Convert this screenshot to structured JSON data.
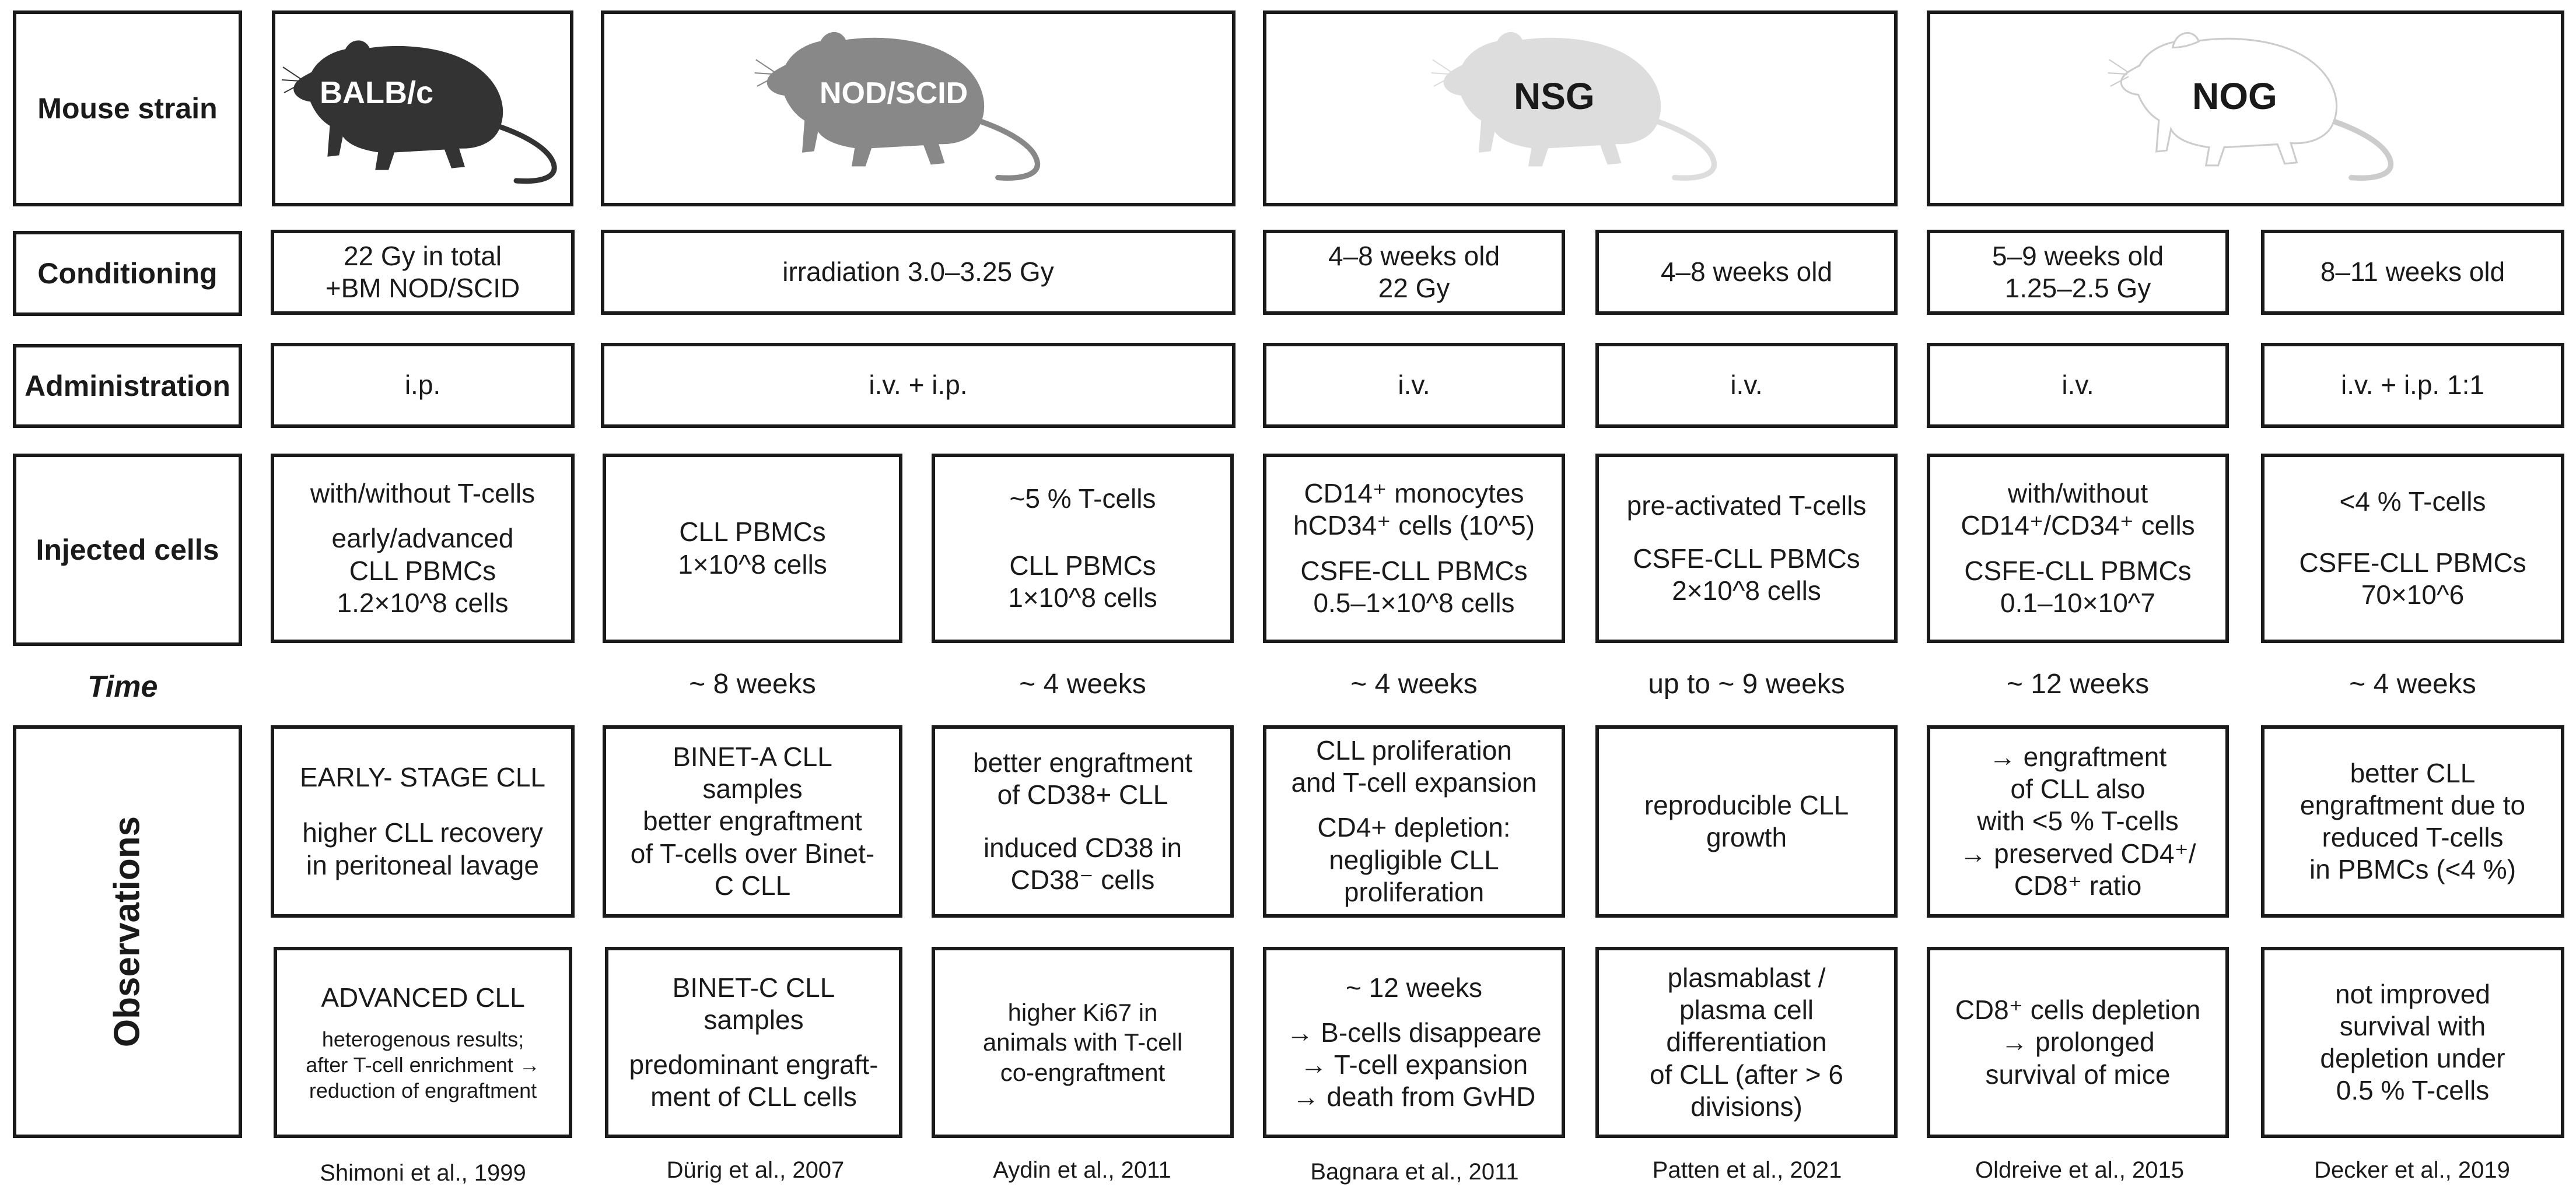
{
  "row_labels": {
    "mouse_strain": "Mouse strain",
    "conditioning": "Conditioning",
    "administration": "Administration",
    "injected_cells": "Injected cells",
    "time": "Time",
    "observations": "Observations"
  },
  "strains": [
    {
      "name": "BALB/c",
      "fill": "#333333",
      "stroke": "#333333",
      "text_color": "#ffffff"
    },
    {
      "name": "NOD/SCID",
      "fill": "#888888",
      "stroke": "#888888",
      "text_color": "#ffffff"
    },
    {
      "name": "NSG",
      "fill": "#dddddd",
      "stroke": "#dddddd",
      "text_color": "#1a1a1a"
    },
    {
      "name": "NOG",
      "fill": "#ffffff",
      "stroke": "#cccccc",
      "text_color": "#1a1a1a"
    }
  ],
  "conditioning": [
    "22 Gy in total\n+BM NOD/SCID",
    "irradiation 3.0–3.25 Gy",
    "4–8 weeks old\n22 Gy",
    "4–8 weeks old",
    "5–9 weeks old\n1.25–2.5 Gy",
    "8–11 weeks old"
  ],
  "administration": [
    "i.p.",
    "i.v. + i.p.",
    "i.v.",
    "i.v.",
    "i.v.",
    "i.v. + i.p. 1:1"
  ],
  "injected_cells": [
    [
      "with/without T-cells",
      "early/advanced\nCLL PBMCs\n1.2×10^8 cells"
    ],
    [
      "CLL PBMCs\n1×10^8 cells"
    ],
    [
      "~5 % T-cells",
      "CLL PBMCs\n1×10^8 cells"
    ],
    [
      "CD14⁺ monocytes\nhCD34⁺ cells (10^5)",
      "CSFE-CLL PBMCs\n0.5–1×10^8 cells"
    ],
    [
      "pre-activated T-cells",
      "CSFE-CLL PBMCs\n2×10^8 cells"
    ],
    [
      "with/without\nCD14⁺/CD34⁺ cells",
      "CSFE-CLL PBMCs\n0.1–10×10^7"
    ],
    [
      "<4 % T-cells",
      "CSFE-CLL PBMCs\n70×10^6"
    ]
  ],
  "time": [
    "",
    "~ 8 weeks",
    "~ 4 weeks",
    "~ 4 weeks",
    "up to ~ 9 weeks",
    "~ 12 weeks",
    "~ 4 weeks"
  ],
  "observations_top": [
    [
      "EARLY- STAGE CLL",
      "higher CLL recovery\nin peritoneal lavage"
    ],
    [
      "BINET-A CLL\nsamples\nbetter engraftment\nof T-cells over Binet-\nC CLL"
    ],
    [
      "better engraftment\nof CD38+ CLL",
      "induced CD38 in\nCD38⁻ cells"
    ],
    [
      "CLL proliferation\nand T-cell expansion",
      "CD4+ depletion:\nnegligible CLL\nproliferation"
    ],
    [
      "reproducible CLL\ngrowth"
    ],
    [
      "→ engraftment\nof CLL also\nwith <5 % T-cells\n→ preserved CD4⁺/\nCD8⁺ ratio"
    ],
    [
      "better CLL\nengraftment due to\nreduced T-cells\nin PBMCs (<4 %)"
    ]
  ],
  "observations_bottom": [
    [
      "ADVANCED CLL",
      "heterogenous results;\nafter T-cell enrichment →\nreduction of engraftment"
    ],
    [
      "BINET-C CLL\nsamples",
      "predominant engraft-\nment of CLL cells"
    ],
    [
      "higher Ki67 in\nanimals with T-cell\nco-engraftment"
    ],
    [
      "~ 12 weeks",
      "→ B-cells disappeare\n→ T-cell expansion\n→ death from GvHD"
    ],
    [
      "plasmablast /\nplasma cell\ndifferentiation\nof CLL (after > 6\ndivisions)"
    ],
    [
      "CD8⁺ cells depletion\n→ prolonged\nsurvival of mice"
    ],
    [
      "not improved\nsurvival with\ndepletion  under\n0.5 % T-cells"
    ]
  ],
  "citations": [
    "Shimoni et al., 1999",
    "Dürig et al., 2007",
    "Aydin et al., 2011",
    "Bagnara et al., 2011",
    "Patten et al., 2021",
    "Oldreive et al., 2015",
    "Decker et al., 2019"
  ],
  "colors": {
    "border": "#1a1a1a",
    "background": "#ffffff"
  },
  "icons": [
    "mouse-silhouette-icon"
  ]
}
